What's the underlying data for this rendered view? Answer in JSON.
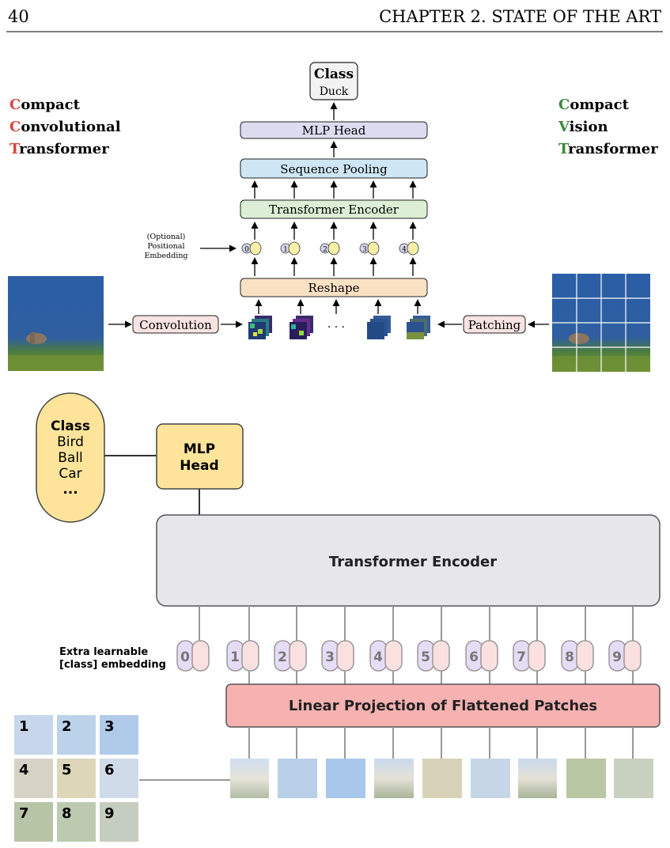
{
  "header": {
    "page_number": "40",
    "chapter": "CHAPTER 2.  STATE OF THE ART"
  },
  "cct_label": [
    {
      "initial": "C",
      "rest": "ompact"
    },
    {
      "initial": "C",
      "rest": "onvolutional"
    },
    {
      "initial": "T",
      "rest": "ransformer"
    }
  ],
  "cvt_label": [
    {
      "initial": "C",
      "rest": "ompact"
    },
    {
      "initial": "V",
      "rest": "ision"
    },
    {
      "initial": "T",
      "rest": "ransformer"
    }
  ],
  "top_diagram": {
    "class_title": "Class",
    "class_value": "Duck",
    "mlp_head": "MLP Head",
    "sequence_pooling": "Sequence Pooling",
    "transformer_encoder": "Transformer Encoder",
    "positional_note": [
      "(Optional)",
      "Positional",
      "Embedding"
    ],
    "position_indices": [
      "0",
      "1",
      "2",
      "3",
      "4"
    ],
    "reshape": "Reshape",
    "convolution": "Convolution",
    "patching": "Patching",
    "ellipsis": "· · ·"
  },
  "bottom_diagram": {
    "class_lines": [
      "Class",
      "Bird",
      "Ball",
      "Car",
      "..."
    ],
    "mlp_head_lines": [
      "MLP",
      "Head"
    ],
    "transformer_encoder": "Transformer Encoder",
    "extra_label_lines": [
      "Extra learnable",
      "[class] embedding"
    ],
    "token_indices": [
      "0",
      "1",
      "2",
      "3",
      "4",
      "5",
      "6",
      "7",
      "8",
      "9"
    ],
    "linear_projection": "Linear Projection of Flattened Patches",
    "grid_numbers": [
      "1",
      "2",
      "3",
      "4",
      "5",
      "6",
      "7",
      "8",
      "9"
    ]
  },
  "colors": {
    "red_initial": "#d9453d",
    "green_initial": "#3a8a3a",
    "class_box_fill": "#f2f2f2",
    "mlp_fill": "#dcdcf0",
    "pool_fill": "#cfe7f5",
    "encoder_fill": "#dcefd6",
    "reshape_fill": "#fbe1c4",
    "conv_fill": "#f8e2e2",
    "vit_class_fill": "#fde49a",
    "vit_encoder_fill": "#e7e7ea",
    "vit_proj_fill": "#f6b1b1",
    "token_lilac": "#e6dcf7",
    "token_pink": "#fbe0e0"
  }
}
